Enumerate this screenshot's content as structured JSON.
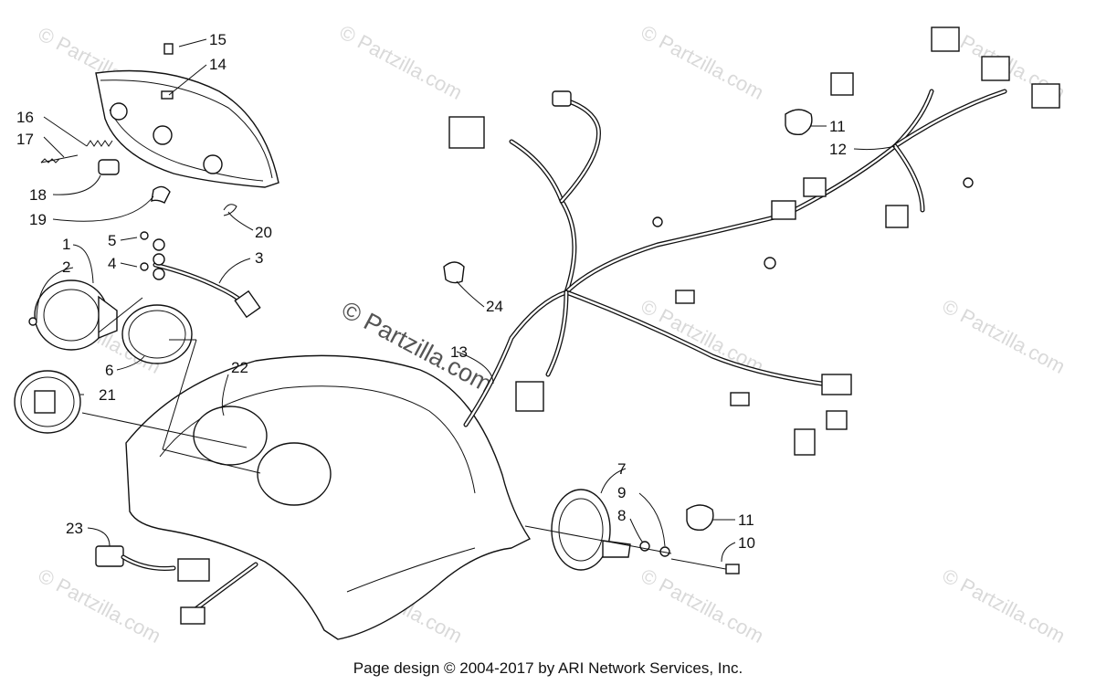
{
  "watermarks": [
    "© Partzilla.com",
    "© Partzilla.com",
    "© Partzilla.com",
    "© Partzilla.com",
    "© Partzilla.com",
    "© Partzilla.com",
    "© Partzilla.com",
    "© Partzilla.com",
    "© Partzilla.com",
    "© Partzilla.com",
    "© Partzilla.com"
  ],
  "center_watermark": "© Partzilla.com",
  "callouts": {
    "c1": "1",
    "c2": "2",
    "c3": "3",
    "c4": "4",
    "c5": "5",
    "c6": "6",
    "c7": "7",
    "c8": "8",
    "c9": "9",
    "c10": "10",
    "c11a": "11",
    "c11b": "11",
    "c12": "12",
    "c13": "13",
    "c14": "14",
    "c15": "15",
    "c16": "16",
    "c17": "17",
    "c18": "18",
    "c19": "19",
    "c20": "20",
    "c21": "21",
    "c22": "22",
    "c23": "23",
    "c24": "24"
  },
  "footer": "Page design © 2004-2017 by ARI Network Services, Inc."
}
